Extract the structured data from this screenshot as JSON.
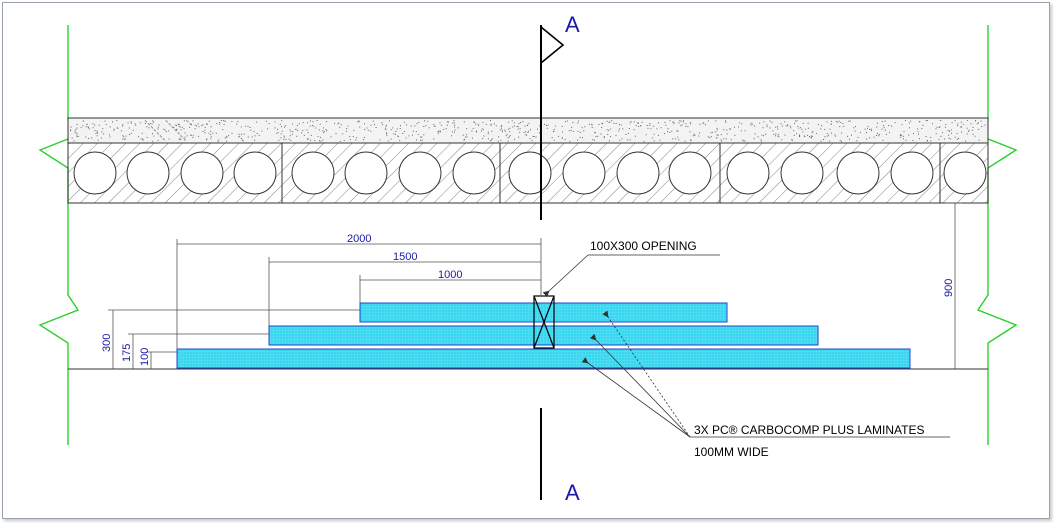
{
  "section": {
    "marker_top": "A",
    "marker_bottom": "A"
  },
  "dimensions": {
    "d2000": "2000",
    "d1500": "1500",
    "d1000": "1000",
    "v300": "300",
    "v175": "175",
    "v100": "100",
    "v900": "900"
  },
  "labels": {
    "opening": "100X300 OPENING",
    "laminates_line1": "3X PC® CARBOCOMP PLUS LAMINATES",
    "laminates_line2": "100MM WIDE"
  },
  "colors": {
    "laminate_fill": "#38d7f0",
    "laminate_stroke": "#1e46c8",
    "break_line": "#2ccf2c",
    "dimension_text": "#1a1aa8",
    "hatch": "#666666"
  }
}
